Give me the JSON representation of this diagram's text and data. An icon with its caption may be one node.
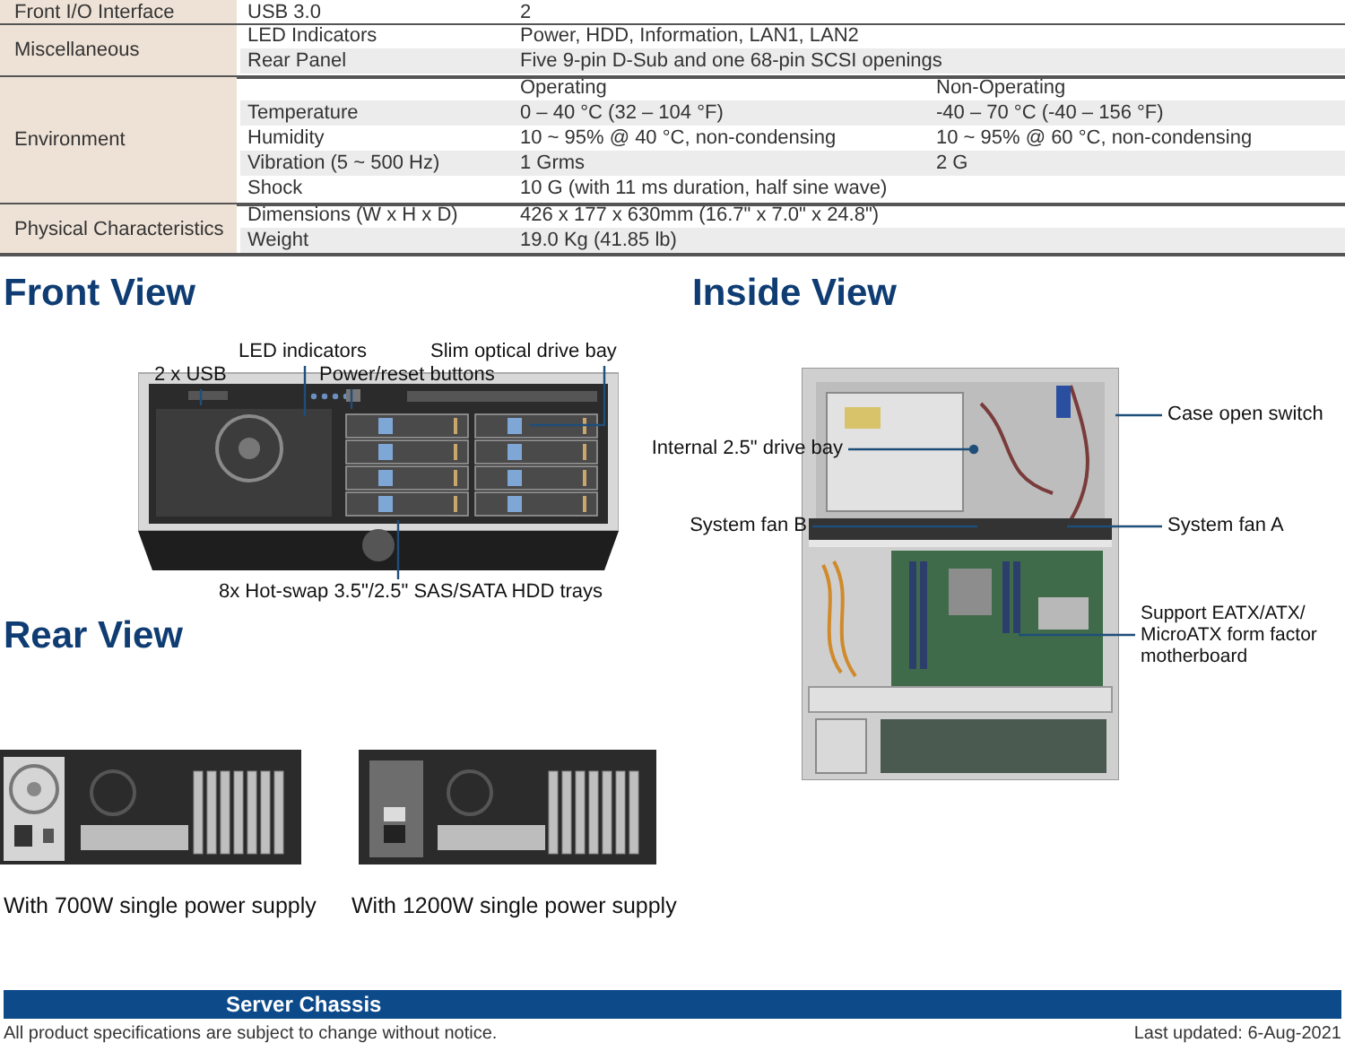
{
  "diagram": {
    "nodes": [
      {
        "text": [],
        "shape": "picture"
      },
      {
        "text": [],
        "shape": "picture"
      },
      {
        "text": [],
        "shape": "picture",
        "beside": [
          "With 700W single power supply"
        ]
      },
      {
        "text": [],
        "shape": "picture",
        "beside": [
          "With 1200W single power supply"
        ]
      },
      {
        "text": [
          "2 x USB"
        ]
      },
      {
        "text": [
          "LED indicators"
        ]
      },
      {
        "text": [
          "Power/reset buttons"
        ]
      },
      {
        "text": [
          "Slim optical drive bay"
        ]
      },
      {
        "text": [
          "8x Hot-swap 3.5\"/2.5\" SAS/SATA HDD trays"
        ]
      },
      {
        "text": [
          "Internal 2.5\" drive bay"
        ]
      },
      {
        "text": [
          "System fan B"
        ]
      },
      {
        "text": [
          "Case open switch"
        ]
      },
      {
        "text": [
          "System fan A"
        ]
      },
      {
        "text": [
          "Support EATX/ATX/ MicroATX form factor motherboard"
        ]
      }
    ],
    "edges": [
      {
        "from": 4,
        "to": 0,
        "arrow": "none"
      },
      {
        "from": 5,
        "to": 0,
        "arrow": "none"
      },
      {
        "from": 6,
        "to": 0,
        "arrow": "none"
      },
      {
        "from": 7,
        "to": 0,
        "arrow": "none"
      },
      {
        "from": 8,
        "to": 0,
        "arrow": "none"
      },
      {
        "from": 9,
        "to": 1,
        "arrow": "other"
      },
      {
        "from": 10,
        "to": 1,
        "arrow": "none"
      },
      {
        "from": 11,
        "to": 1,
        "arrow": "none"
      },
      {
        "from": 12,
        "to": 1,
        "arrow": "none"
      },
      {
        "from": 13,
        "to": 1,
        "arrow": "none"
      }
    ],
    "labels": [
      "Front I/O Interface",
      "USB 3.0",
      "2",
      "Miscellaneous",
      "LED Indicators",
      "Power, HDD, Information, LAN1, LAN2",
      "Rear Panel",
      "Five 9-pin D-Sub and one 68-pin SCSI openings",
      "Operating",
      "Non-Operating",
      "Temperature",
      "0 – 40 °C (32 – 104 °F)",
      "-40 – 70 °C (-40 – 156 °F)",
      "Environment",
      "Humidity",
      "10 ~ 95% @ 40 °C, non-condensing",
      "10 ~ 95% @ 60 °C, non-condensing",
      "Vibration (5 ~ 500 Hz)",
      "1 Grms",
      "2 G",
      "Shock",
      "10 G (with 11 ms duration, half sine wave)",
      "Physical Characteristics",
      "Dimensions (W x H x D)",
      "426 x 177 x 630mm (16.7\" x 7.0\" x 24.8\")",
      "Weight",
      "19.0 Kg (41.85 lb)",
      "Front View",
      "Inside View",
      "Rear View",
      "Server Chassis",
      "All product specifications are subject to change without notice.",
      "Last updated: 6-Aug-2021"
    ]
  }
}
